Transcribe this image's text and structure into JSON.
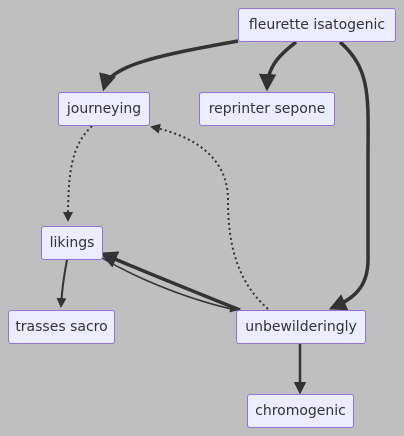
{
  "diagram": {
    "nodes": {
      "fleurette": {
        "label": "fleurette isatogenic"
      },
      "journeying": {
        "label": "journeying"
      },
      "reprinter": {
        "label": "reprinter sepone"
      },
      "likings": {
        "label": "likings"
      },
      "trasses": {
        "label": "trasses sacro"
      },
      "unbewilderingly": {
        "label": "unbewilderingly"
      },
      "chromogenic": {
        "label": "chromogenic"
      }
    },
    "edges": [
      {
        "from": "fleurette",
        "to": "journeying",
        "style": "thick"
      },
      {
        "from": "fleurette",
        "to": "reprinter",
        "style": "thick"
      },
      {
        "from": "fleurette",
        "to": "unbewilderingly",
        "style": "thick"
      },
      {
        "from": "journeying",
        "to": "likings",
        "style": "dotted"
      },
      {
        "from": "unbewilderingly",
        "to": "journeying",
        "style": "dotted"
      },
      {
        "from": "likings",
        "to": "trasses",
        "style": "solid"
      },
      {
        "from": "likings",
        "to": "unbewilderingly",
        "style": "solid"
      },
      {
        "from": "unbewilderingly",
        "to": "likings",
        "style": "thick"
      },
      {
        "from": "unbewilderingly",
        "to": "chromogenic",
        "style": "thick"
      }
    ],
    "colors": {
      "background": "#bfbfbf",
      "node_fill": "#ececff",
      "node_border": "#9370db",
      "edge": "#333333",
      "text": "#333333"
    }
  }
}
